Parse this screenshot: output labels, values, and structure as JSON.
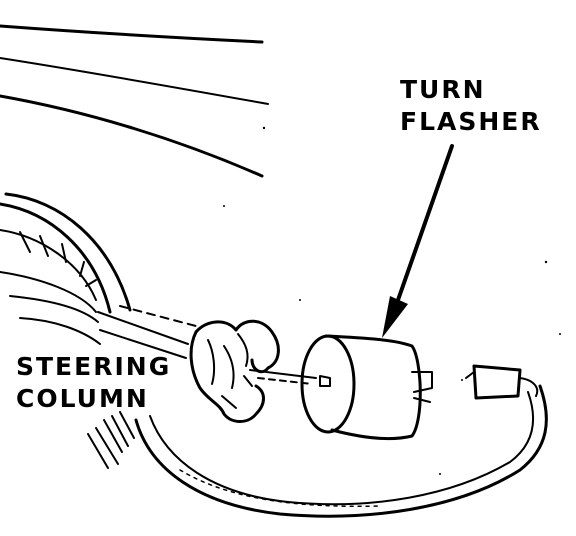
{
  "labels": {
    "turn_flasher": {
      "line1": "TURN",
      "line2": "FLASHER"
    },
    "steering_column": {
      "line1": "STEERING",
      "line2": "COLUMN"
    }
  },
  "colors": {
    "ink": "#000000",
    "paper": "#ffffff"
  }
}
